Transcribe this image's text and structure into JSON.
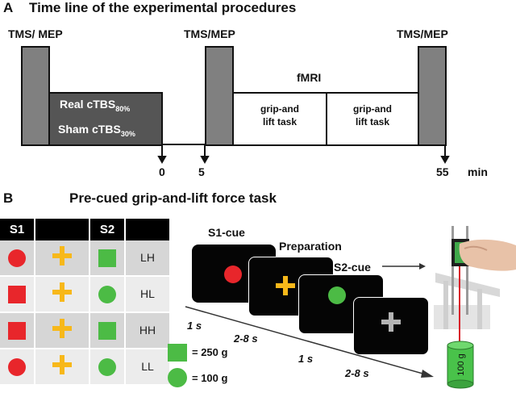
{
  "panel_a": {
    "letter": "A",
    "title": "Time line of the experimental procedures",
    "tms_label": "TMS/ MEP",
    "tms_label_2": "TMS/MEP",
    "tms_label_3": "TMS/MEP",
    "real_cbs": "Real cTBS",
    "real_cbs_sub": "80%",
    "sham_cbs": "Sham cTBS",
    "sham_cbs_sub": "30%",
    "fmri_label": "fMRI",
    "task_1": [
      "grip-and",
      "lift task"
    ],
    "task_2": [
      "grip-and",
      "lift task"
    ],
    "ticks": [
      "0",
      "5",
      "55"
    ],
    "unit": "min",
    "colors": {
      "tms_box": "#808080",
      "cbs_box": "#555555"
    }
  },
  "panel_b": {
    "letter": "B",
    "title": "Pre-cued grip-and-lift force task",
    "table": {
      "headers": [
        "S1",
        "",
        "S2",
        ""
      ],
      "rows": [
        {
          "s1": "red-circle",
          "mid": "yellow-plus",
          "s2": "green-square",
          "label": "LH"
        },
        {
          "s1": "red-square",
          "mid": "yellow-plus",
          "s2": "green-circle",
          "label": "HL"
        },
        {
          "s1": "red-square",
          "mid": "yellow-plus",
          "s2": "green-square",
          "label": "HH"
        },
        {
          "s1": "red-circle",
          "mid": "yellow-plus",
          "s2": "green-circle",
          "label": "LL"
        }
      ]
    },
    "sequence": {
      "s1_cue": "S1-cue",
      "preparation": "Preparation",
      "s2_cue": "S2-cue",
      "times": [
        "1 s",
        "2-8 s",
        "1 s",
        "2-8 s"
      ]
    },
    "legend": [
      {
        "shape": "green-square",
        "text": "= 250 g"
      },
      {
        "shape": "green-circle",
        "text": "= 100 g"
      }
    ],
    "weight_label": "100 g",
    "colors": {
      "red": "#e8262b",
      "yellow": "#f7b81a",
      "green": "#4cbb45",
      "plus_gray": "#b4b4b4"
    }
  }
}
